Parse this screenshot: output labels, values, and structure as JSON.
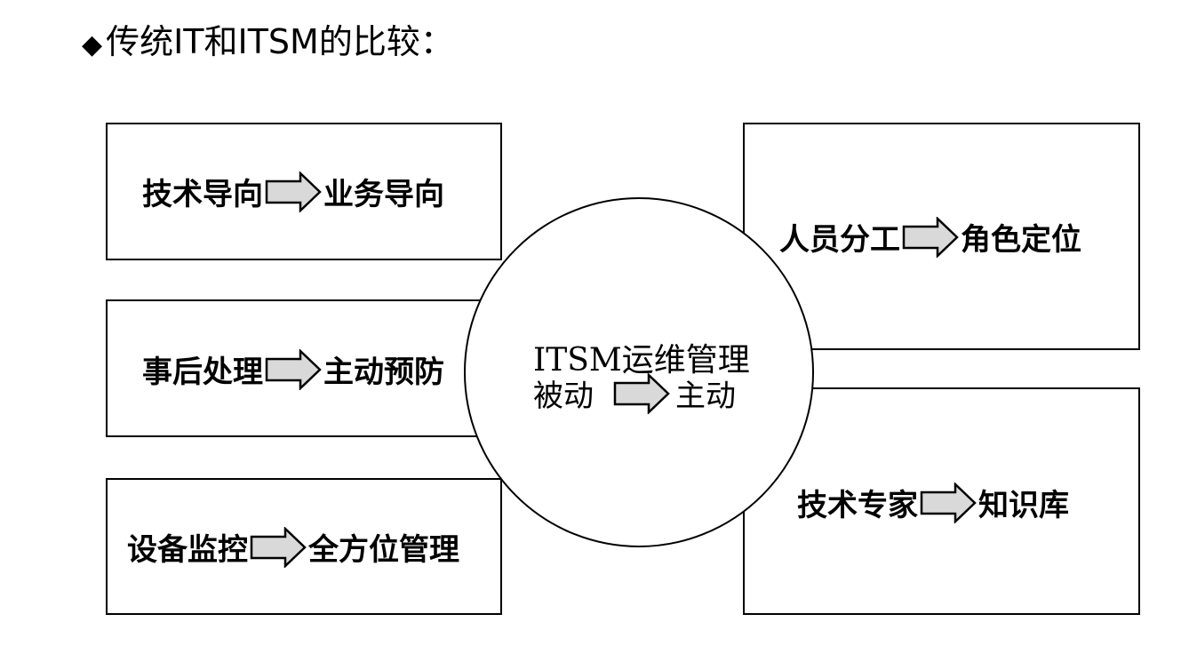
{
  "title": {
    "bullet": "◆",
    "text": "传统IT和ITSM的比较："
  },
  "left_boxes": [
    {
      "from": "技术导向",
      "to": "业务导向"
    },
    {
      "from": "事后处理",
      "to": "主动预防"
    },
    {
      "from": "设备监控",
      "to": "全方位管理"
    }
  ],
  "right_boxes": [
    {
      "from": "人员分工",
      "to": "角色定位"
    },
    {
      "from": "技术专家",
      "to": "知识库"
    }
  ],
  "center": {
    "heading": "ITSM运维管理",
    "from": "被动",
    "to": "主动"
  },
  "colors": {
    "arrow_fill": "#d9d9d9",
    "stroke": "#000000"
  }
}
